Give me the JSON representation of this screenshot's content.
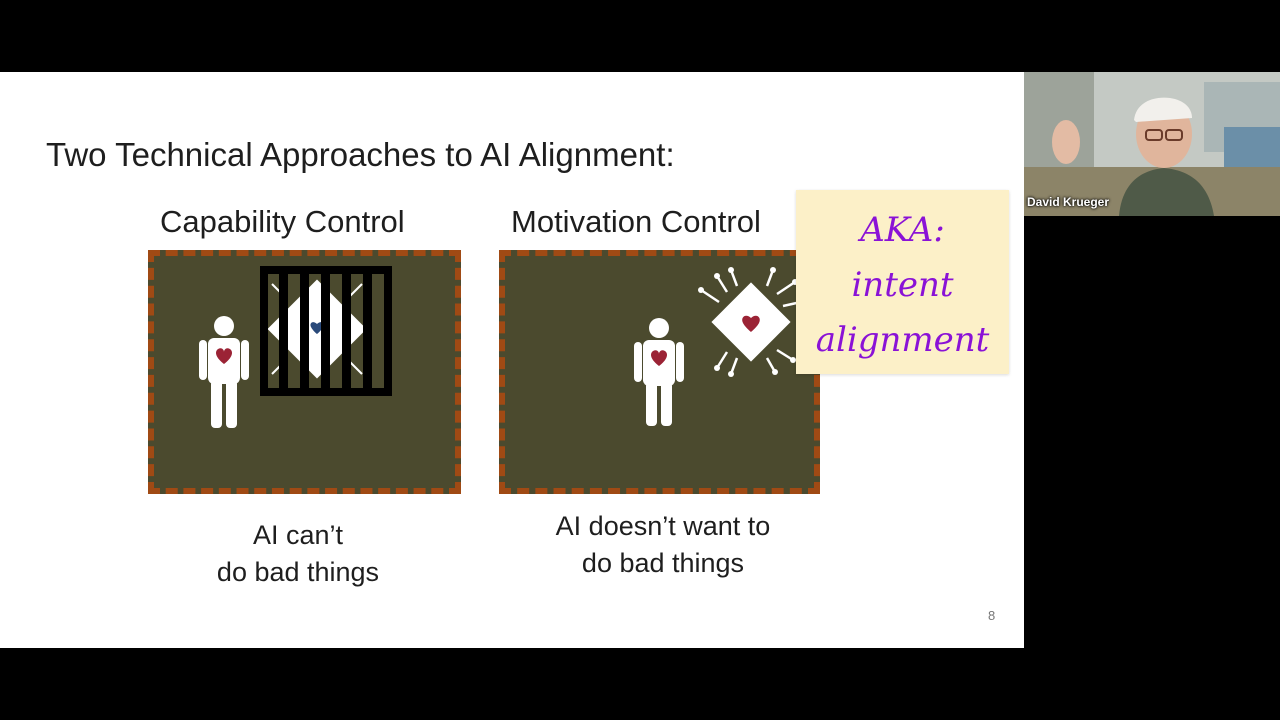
{
  "slide": {
    "title": "Two Technical Approaches to AI Alignment:",
    "page_number": "8",
    "panels": [
      {
        "heading": "Capability Control",
        "caption_line1": "AI can’t",
        "caption_line2": "do bad things",
        "icons": [
          "person-icon",
          "heart-icon",
          "jail-bars-icon",
          "ai-chip-icon"
        ]
      },
      {
        "heading": "Motivation Control",
        "caption_line1": "AI doesn’t want to",
        "caption_line2": "do bad things",
        "icons": [
          "person-icon",
          "heart-icon",
          "ai-chip-icon"
        ]
      }
    ],
    "sticky_note": {
      "line1": "AKA:",
      "line2": "intent",
      "line3": "alignment",
      "color": "#8a12d6",
      "background": "#fcf0c8"
    },
    "colors": {
      "panel_fill": "#4b4a2e",
      "panel_border": "#a04a14",
      "heart": "#9b2335"
    }
  },
  "participant": {
    "name": "David Krueger"
  }
}
